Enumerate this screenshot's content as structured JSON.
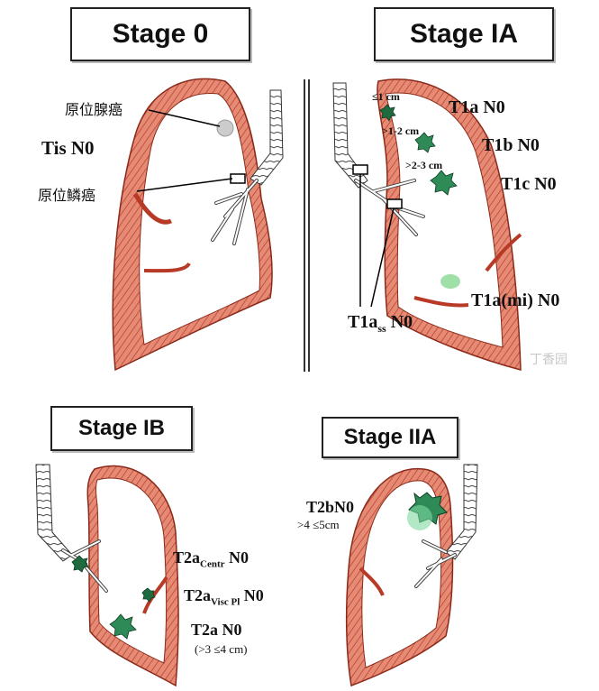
{
  "stage0": {
    "title": "Stage 0",
    "tnm": "Tis N0",
    "label_adeno": "原位腺癌",
    "label_squamous": "原位鳞癌"
  },
  "stageIA": {
    "title": "Stage IA",
    "t1a": "T1a N0",
    "t1b": "T1b N0",
    "t1c": "T1c N0",
    "t1a_mi": "T1a(mi) N0",
    "t1ass_main": "T1a",
    "t1ass_sub": "ss",
    "t1ass_tail": " N0",
    "size1": "≤1 cm",
    "size2": ">1-2 cm",
    "size3": ">2-3 cm"
  },
  "stageIB": {
    "title": "Stage IB",
    "centr_main": "T2a",
    "centr_sub": "Centr",
    "centr_tail": " N0",
    "visc_main": "T2a",
    "visc_sub": "Visc Pl",
    "visc_tail": " N0",
    "t2a": "T2a N0",
    "size": "(>3 ≤4 cm)"
  },
  "stageIIA": {
    "title": "Stage IIA",
    "tnm": "T2bN0",
    "size": ">4 ≤5cm"
  },
  "watermark": "丁香园",
  "colors": {
    "pleura": "#d2553f",
    "pleura_light": "#e8a08e",
    "tumor": "#2e8b57",
    "tumor_light": "#7fd8a0",
    "airway": "#555555"
  }
}
